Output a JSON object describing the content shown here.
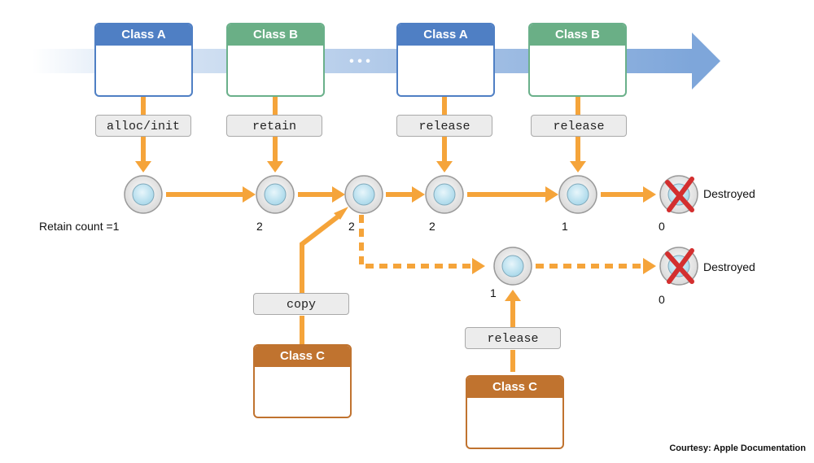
{
  "classes": {
    "a1": "Class A",
    "b1": "Class B",
    "a2": "Class A",
    "b2": "Class B",
    "c1": "Class C",
    "c2": "Class C"
  },
  "messages": {
    "alloc": "alloc/init",
    "retain": "retain",
    "release1": "release",
    "release2": "release",
    "copy": "copy",
    "release3": "release"
  },
  "counts": {
    "first": "Retain count =1",
    "n2": "2",
    "n3": "2",
    "n4": "2",
    "n5": "1",
    "n6": "0",
    "copy_node": "1",
    "copy_end": "0"
  },
  "destroyed": {
    "top": "Destroyed",
    "bottom": "Destroyed"
  },
  "timeline_ellipsis": "• • •",
  "credit": "Courtesy: Apple Documentation",
  "colors": {
    "arrow": "#f5a43a",
    "class_a": "#4f7fc4",
    "class_b": "#6aaf86",
    "class_c": "#c0732f",
    "timeline": "#8fb2e0",
    "destroy_x": "#d32f2f"
  }
}
